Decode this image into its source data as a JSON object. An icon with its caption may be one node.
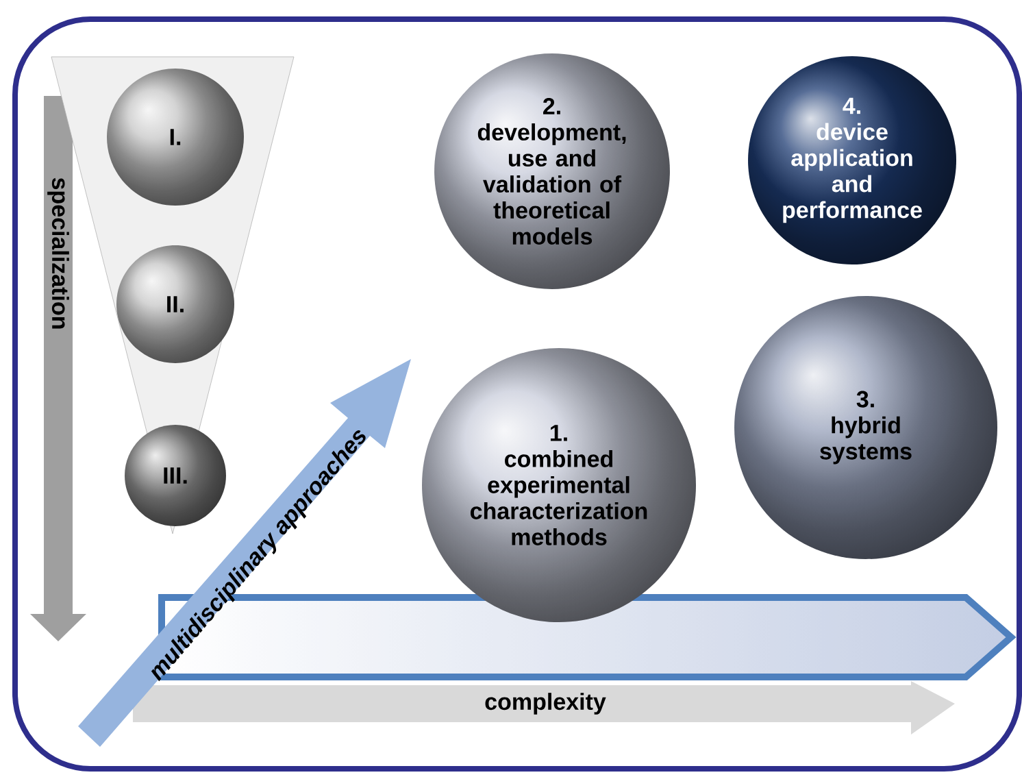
{
  "diagram": {
    "nodes": [
      {
        "text": [],
        "shape": "triangle"
      },
      {
        "text": [
          "I."
        ],
        "in": 0
      },
      {
        "text": [
          "II."
        ],
        "in": 0
      },
      {
        "text": [
          "III."
        ],
        "in": 0
      },
      {
        "text": [
          "2.",
          "development, use and validation of theoretical models"
        ]
      },
      {
        "text": [
          "4.",
          "device application and performance"
        ]
      },
      {
        "text": [
          "1.",
          "combined experimental characterization methods"
        ]
      },
      {
        "text": [
          "3.",
          "hybrid systems"
        ]
      }
    ],
    "labels": [
      "specialization",
      "multidisciplinary approaches",
      "complexity"
    ]
  }
}
